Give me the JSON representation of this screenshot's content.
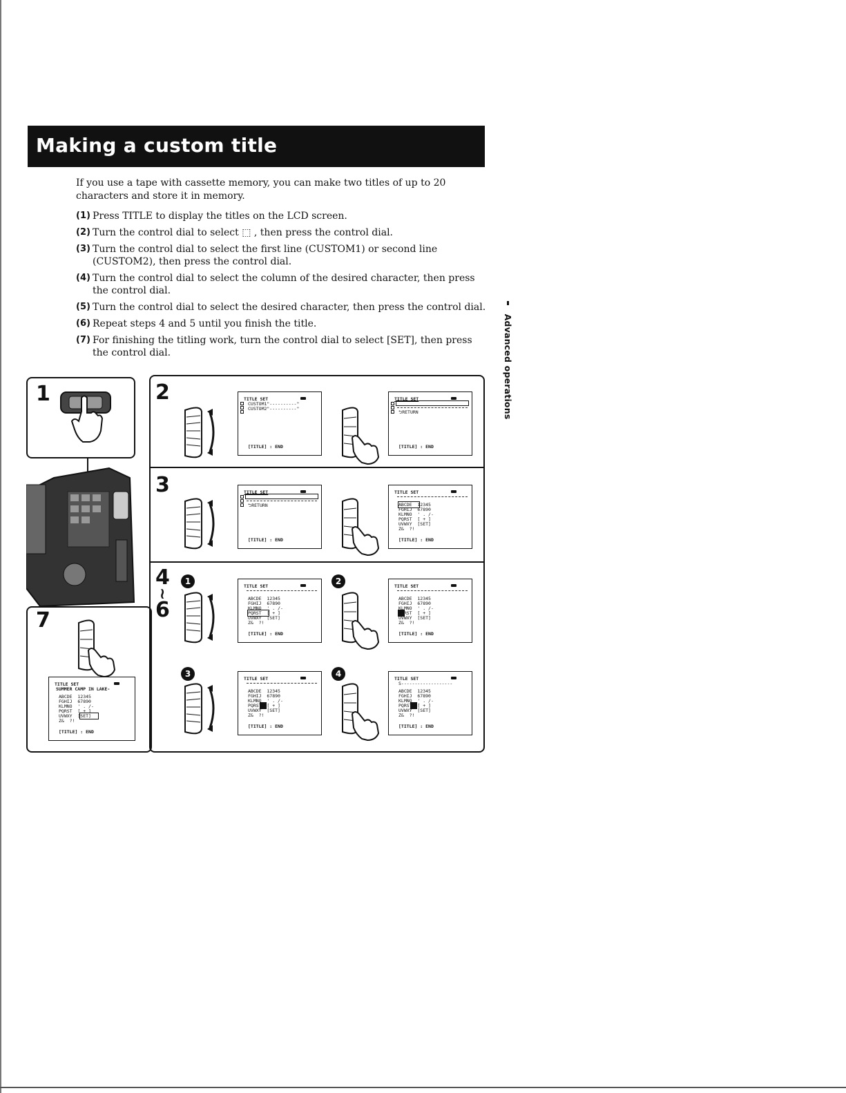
{
  "page": {
    "title": "Making a custom title",
    "section_tab": "Advanced operations"
  },
  "intro": "If you use a tape with cassette memory, you can make two titles of up to 20 characters and store it in memory.",
  "steps": [
    {
      "num": "(1)",
      "text": "Press TITLE to display the titles on the LCD screen."
    },
    {
      "num": "(2)",
      "text": "Turn the control dial to select ⬚ , then press the control dial."
    },
    {
      "num": "(3)",
      "text": "Turn the control dial to select the first line (CUSTOM1) or second line (CUSTOM2), then press the control dial."
    },
    {
      "num": "(4)",
      "text": "Turn the control dial to select the column of the desired character, then press the control dial."
    },
    {
      "num": "(5)",
      "text": "Turn the control dial to select the desired character, then press the control dial."
    },
    {
      "num": "(6)",
      "text": "Repeat steps 4 and 5 until you finish the title."
    },
    {
      "num": "(7)",
      "text": "For finishing the titling work, turn the control dial to select [SET], then press the control dial."
    }
  ],
  "figure": {
    "labels": {
      "s1": "1",
      "s2": "2",
      "s3": "3",
      "s4": "4",
      "tilde": "≀",
      "s6": "6",
      "s7": "7",
      "c1": "1",
      "c2": "2",
      "c3": "3",
      "c4": "4"
    },
    "lcd": {
      "header": "TITLE SET",
      "custom1": "CUSTOM1\"----------\"",
      "custom2": "CUSTOM2\"----------\"",
      "return": "⮌RETURN",
      "footer": "[TITLE] : END",
      "dashes": "--------------------",
      "chars_rows": [
        "ABCDE  12345",
        "FGHIJ  67890",
        "KLMNO  ' . /-",
        "PQRST  [ + ]",
        "UVWXY  [SET]",
        "Z&  ?!"
      ],
      "title_s": "S-------------------",
      "title_final": "SUMMER CAMP IN LAKE-"
    }
  }
}
